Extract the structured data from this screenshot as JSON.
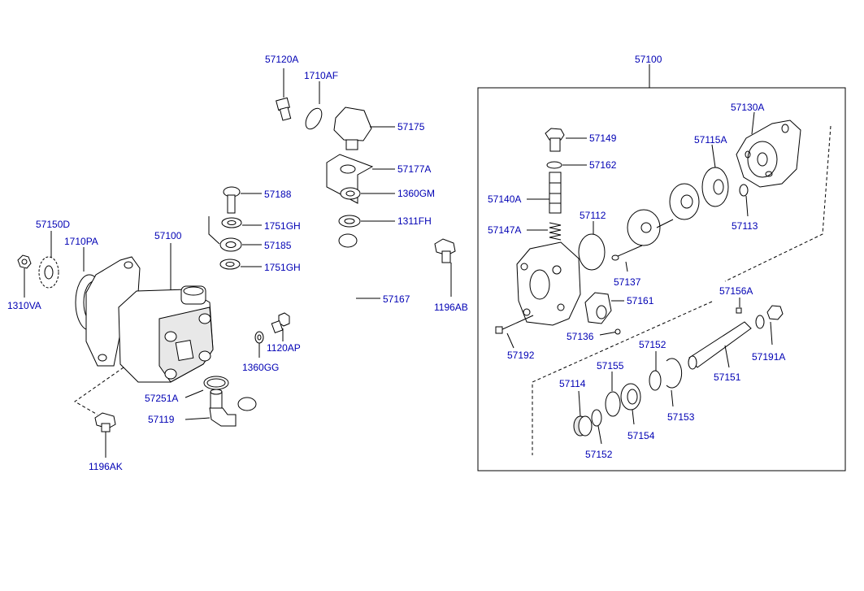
{
  "diagram": {
    "labels": {
      "p57120A": "57120A",
      "p1710AF": "1710AF",
      "p57175": "57175",
      "p57177A": "57177A",
      "p1360GM": "1360GM",
      "p57188": "57188",
      "p1751GH_top": "1751GH",
      "p57185": "57185",
      "p1751GH_bot": "1751GH",
      "p1311FH": "1311FH",
      "p57167": "57167",
      "p1196AB": "1196AB",
      "p57150D": "57150D",
      "p1710PA": "1710PA",
      "p57100_left": "57100",
      "p1310VA": "1310VA",
      "p1120AP": "1120AP",
      "p1360GG": "1360GG",
      "p57251A": "57251A",
      "p57119": "57119",
      "p1196AK": "1196AK",
      "p57100_box": "57100",
      "p57130A": "57130A",
      "p57149": "57149",
      "p57115A": "57115A",
      "p57162": "57162",
      "p57140A": "57140A",
      "p57113": "57113",
      "p57112": "57112",
      "p57147A": "57147A",
      "p57137": "57137",
      "p57156A": "57156A",
      "p57161": "57161",
      "p57136": "57136",
      "p57192": "57192",
      "p57191A": "57191A",
      "p57152_top": "57152",
      "p57155": "57155",
      "p57151": "57151",
      "p57114": "57114",
      "p57153": "57153",
      "p57154": "57154",
      "p57152_bot": "57152"
    }
  }
}
